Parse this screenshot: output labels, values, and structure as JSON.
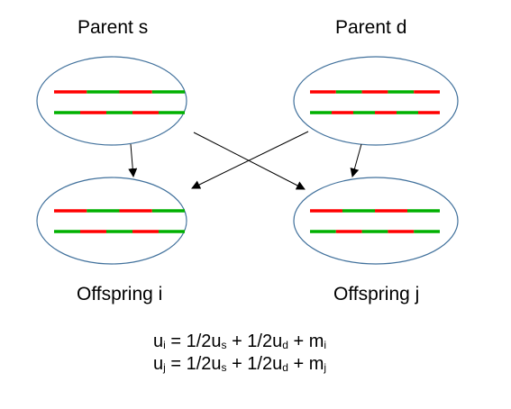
{
  "labels": {
    "parent_s": "Parent s",
    "parent_d": "Parent d",
    "offspring_i": "Offspring i",
    "offspring_j": "Offspring j"
  },
  "formula_i": {
    "var": "u",
    "var_sub": "i",
    "eq": " = 1/2u",
    "t1_sub": "s",
    "plus1": " + 1/2u",
    "t2_sub": "d",
    "plus2": " + m",
    "t3_sub": "i"
  },
  "formula_j": {
    "var": "u",
    "var_sub": "j",
    "eq": " = 1/2u",
    "t1_sub": "s",
    "plus1": " + 1/2u",
    "t2_sub": "d",
    "plus2": " + m",
    "t3_sub": "j"
  },
  "colors": {
    "red": "#ff0000",
    "green": "#00b000",
    "ellipse_stroke": "#41719c",
    "arrow": "#000000"
  },
  "chromosomes": {
    "parent_s": [
      [
        "red",
        "green",
        "red",
        "green"
      ],
      [
        "green",
        "red",
        "green",
        "red",
        "green"
      ]
    ],
    "parent_d": [
      [
        "red",
        "green",
        "red",
        "green",
        "red"
      ],
      [
        "green",
        "red",
        "green",
        "red",
        "green",
        "red"
      ]
    ],
    "offspring_i": [
      [
        "red",
        "green",
        "red",
        "green"
      ],
      [
        "green",
        "red",
        "green",
        "red",
        "green"
      ]
    ],
    "offspring_j": [
      [
        "red",
        "green",
        "red",
        "green"
      ],
      [
        "green",
        "red",
        "green",
        "red",
        "green"
      ]
    ]
  }
}
